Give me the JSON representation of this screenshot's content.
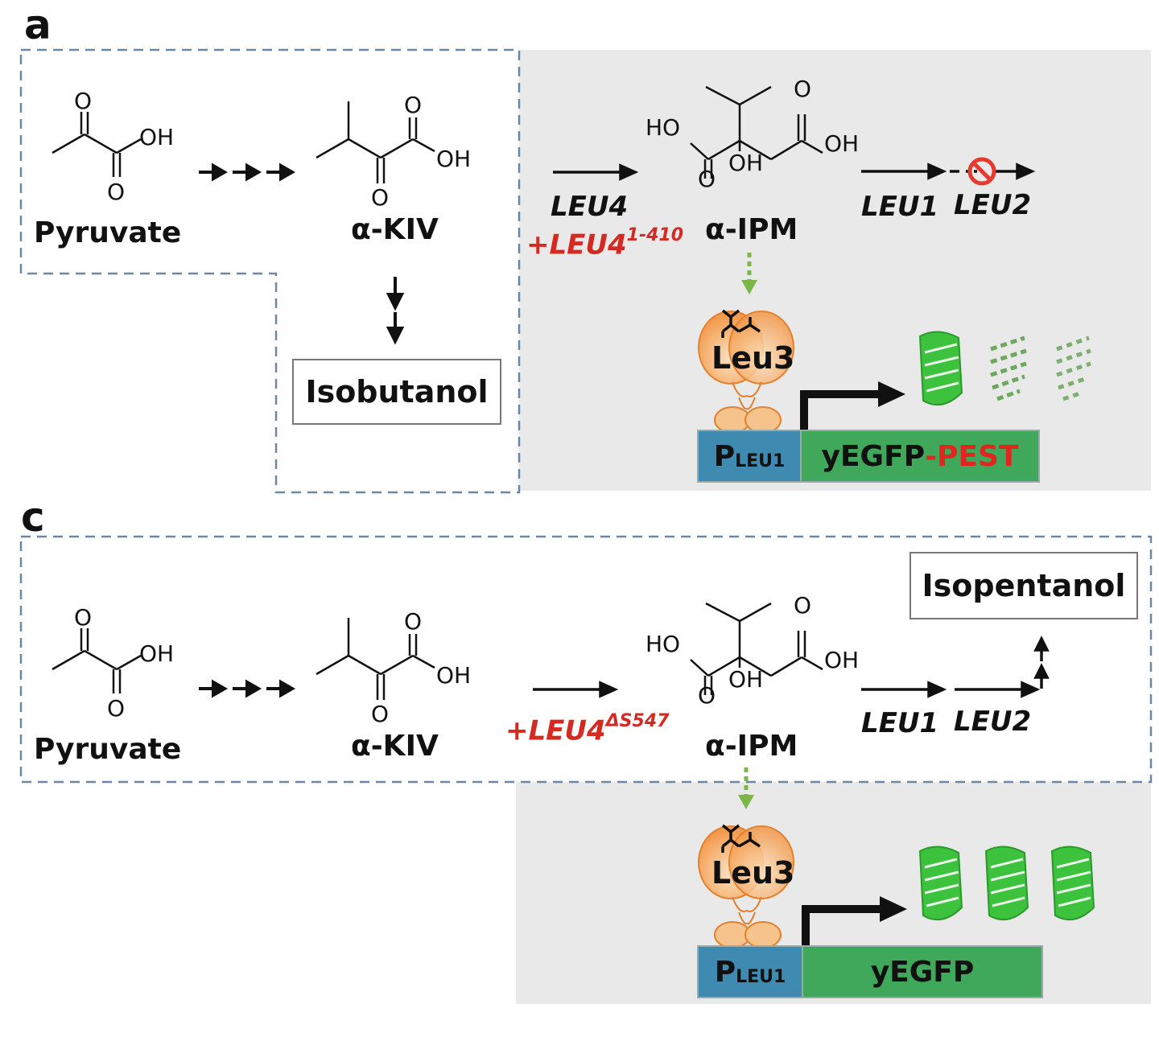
{
  "figure": {
    "panels": [
      {
        "letter": "a",
        "molecules": {
          "pyruvate": "Pyruvate",
          "kiv": "α-KIV",
          "ipm": "α-IPM"
        },
        "atoms": {
          "oh": "OH",
          "ho": "HO",
          "o": "O"
        },
        "genes": {
          "leu4": "LEU4",
          "leu4_added_prefix": "+",
          "leu4_added": "LEU4",
          "leu4_added_sup": "1-410",
          "leu1": "LEU1",
          "leu2": "LEU2"
        },
        "product": "Isobutanol",
        "leu2_blocked": true,
        "regulator": "Leu3",
        "promoter": {
          "label": "P",
          "sub": "LEU1"
        },
        "reporter": {
          "label": "yEGFP",
          "suffix": "-PEST"
        },
        "gfp_count": 3,
        "gfp_degraded": [
          false,
          true,
          true
        ]
      },
      {
        "letter": "c",
        "molecules": {
          "pyruvate": "Pyruvate",
          "kiv": "α-KIV",
          "ipm": "α-IPM"
        },
        "atoms": {
          "oh": "OH",
          "ho": "HO",
          "o": "O"
        },
        "genes": {
          "leu4_added_prefix": "+",
          "leu4_added": "LEU4",
          "leu4_added_sup": "ΔS547",
          "leu1": "LEU1",
          "leu2": "LEU2"
        },
        "product": "Isopentanol",
        "leu2_blocked": false,
        "regulator": "Leu3",
        "promoter": {
          "label": "P",
          "sub": "LEU1"
        },
        "reporter": {
          "label": "yEGFP",
          "suffix": ""
        },
        "gfp_count": 3,
        "gfp_degraded": [
          false,
          false,
          false
        ]
      }
    ],
    "colors": {
      "dashed_outline": "#6a87a6",
      "gray_panel": "#e9e9e9",
      "gene_added_red": "#d42a22",
      "promoter_blue": "#3f8ab0",
      "reporter_green": "#3fa85a",
      "leu3_orange": "#f6a25a",
      "gfp_green": "#3cc23c",
      "effector_arrow_green": "#7ab648",
      "block_red": "#e53b2f"
    }
  }
}
